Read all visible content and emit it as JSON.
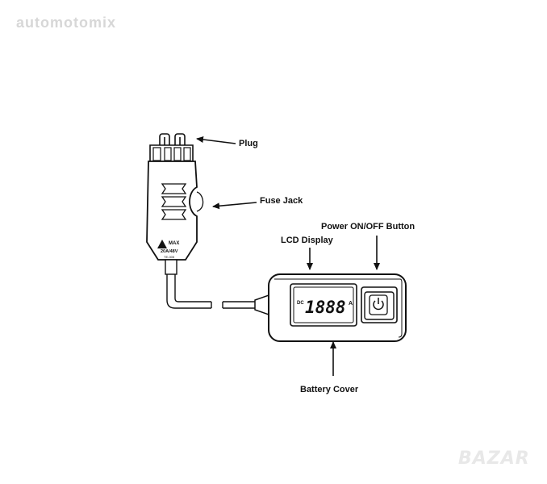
{
  "watermarks": {
    "top_left": "automotomix",
    "bottom_right": "BAZAR"
  },
  "callouts": {
    "plug": "Plug",
    "fuse_jack": "Fuse Jack",
    "power_button": "Power ON/OFF Button",
    "lcd_display": "LCD Display",
    "battery_cover": "Battery Cover"
  },
  "device": {
    "fuse_label_line1": "MAX",
    "fuse_label_line2": "20A/48V",
    "fuse_label_line3": "TE-005",
    "lcd_mode": "DC",
    "lcd_digits": "1888",
    "lcd_unit": "A",
    "power_icon": "power-icon"
  }
}
